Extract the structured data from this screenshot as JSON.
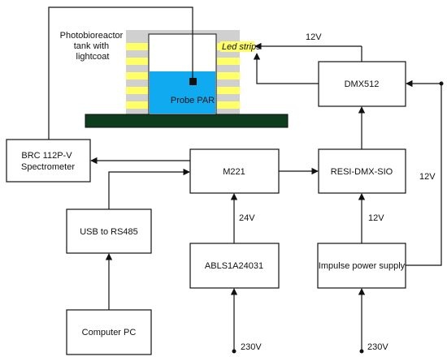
{
  "tank": {
    "title_lines": [
      "Photobioreactor",
      "tank with",
      "lightcoat"
    ],
    "probe_label": "Probe PAR",
    "led_label": "Led strips"
  },
  "blocks": {
    "spectrometer": [
      "BRC 112P-V",
      "Spectrometer"
    ],
    "m221": "M221",
    "resi": "RESI-DMX-SIO",
    "dmx": "DMX512",
    "usb": "USB to RS485",
    "abls": "ABLS1A24031",
    "psu": "Impulse power supply",
    "pc": "Computer PC"
  },
  "labels": {
    "v12_led": "12V",
    "v12_right": "12V",
    "v12_psu": "12V",
    "v24": "24V",
    "v230_left": "230V",
    "v230_right": "230V"
  },
  "colors": {
    "water": "#10aaf0",
    "frame": "#d0d0d0",
    "led": "#ffff66",
    "base": "#0d3d1c",
    "line": "#111111"
  }
}
